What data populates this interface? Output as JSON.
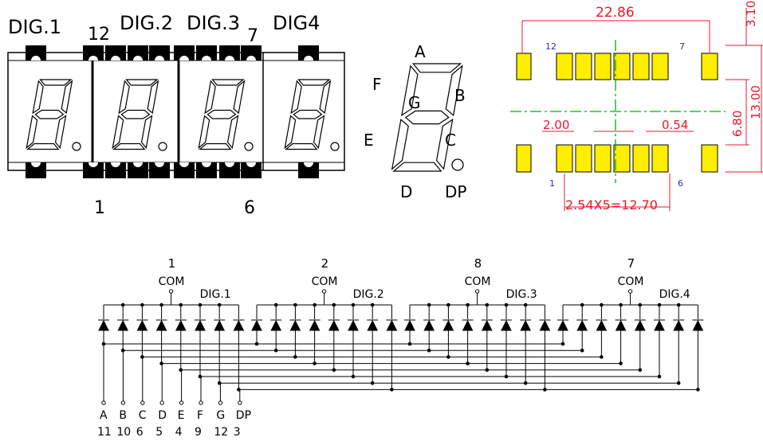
{
  "display": {
    "digit_labels": [
      "DIG.1",
      "DIG.2",
      "DIG.3",
      "DIG4"
    ],
    "top_pins": [
      "12",
      "7"
    ],
    "bottom_pins": [
      "1",
      "6"
    ]
  },
  "segment_legend": {
    "segments": [
      "A",
      "B",
      "C",
      "D",
      "E",
      "F",
      "G"
    ],
    "dp": "DP"
  },
  "footprint": {
    "width_dim": "22.86",
    "height_dim_top": "3.10",
    "row_spacing": "6.80",
    "total_height": "13.00",
    "pad_width": "2.00",
    "gap": "0.54",
    "pitch": "2.54X5=12.70",
    "pin_top_left": "12",
    "pin_top_right": "7",
    "pin_bottom_left": "1",
    "pin_bottom_right": "6",
    "colors": {
      "pad": "#ffee00",
      "dim": "#e8182c",
      "center": "#00b000",
      "pin": "#2030c0"
    }
  },
  "schematic": {
    "groups": [
      {
        "pin": "1",
        "com": "COM",
        "dig": "DIG.1"
      },
      {
        "pin": "2",
        "com": "COM",
        "dig": "DIG.2"
      },
      {
        "pin": "8",
        "com": "COM",
        "dig": "DIG.3"
      },
      {
        "pin": "7",
        "com": "COM",
        "dig": "DIG.4"
      }
    ],
    "segment_pins": [
      {
        "seg": "A",
        "pin": "11"
      },
      {
        "seg": "B",
        "pin": "10"
      },
      {
        "seg": "C",
        "pin": "6"
      },
      {
        "seg": "D",
        "pin": "5"
      },
      {
        "seg": "E",
        "pin": "4"
      },
      {
        "seg": "F",
        "pin": "9"
      },
      {
        "seg": "G",
        "pin": "12"
      },
      {
        "seg": "DP",
        "pin": "3"
      }
    ]
  }
}
